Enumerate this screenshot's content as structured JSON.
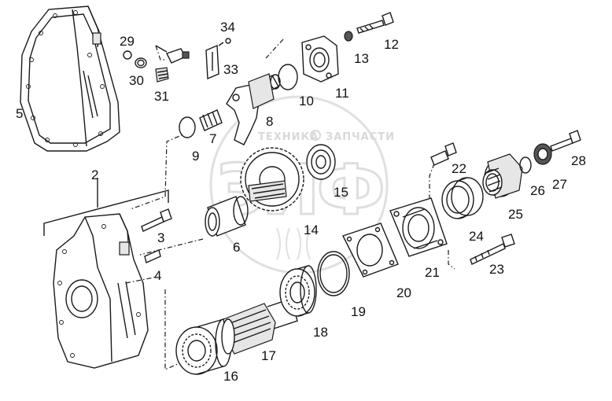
{
  "watermark": {
    "logo_letters": "ЗИФ",
    "text_left": "ТЕХНИКА",
    "text_right": "ЗАПЧАСТИ"
  },
  "callouts": {
    "n2": "2",
    "n3": "3",
    "n4": "4",
    "n5": "5",
    "n6": "6",
    "n7": "7",
    "n8": "8",
    "n9": "9",
    "n10": "10",
    "n11": "11",
    "n12": "12",
    "n13": "13",
    "n14": "14",
    "n15": "15",
    "n16": "16",
    "n17": "17",
    "n18": "18",
    "n19": "19",
    "n20": "20",
    "n21": "21",
    "n22": "22",
    "n23": "23",
    "n24": "24",
    "n25": "25",
    "n26": "26",
    "n27": "27",
    "n28": "28",
    "n29": "29",
    "n30": "30",
    "n31": "31",
    "n33": "33",
    "n34": "34"
  }
}
